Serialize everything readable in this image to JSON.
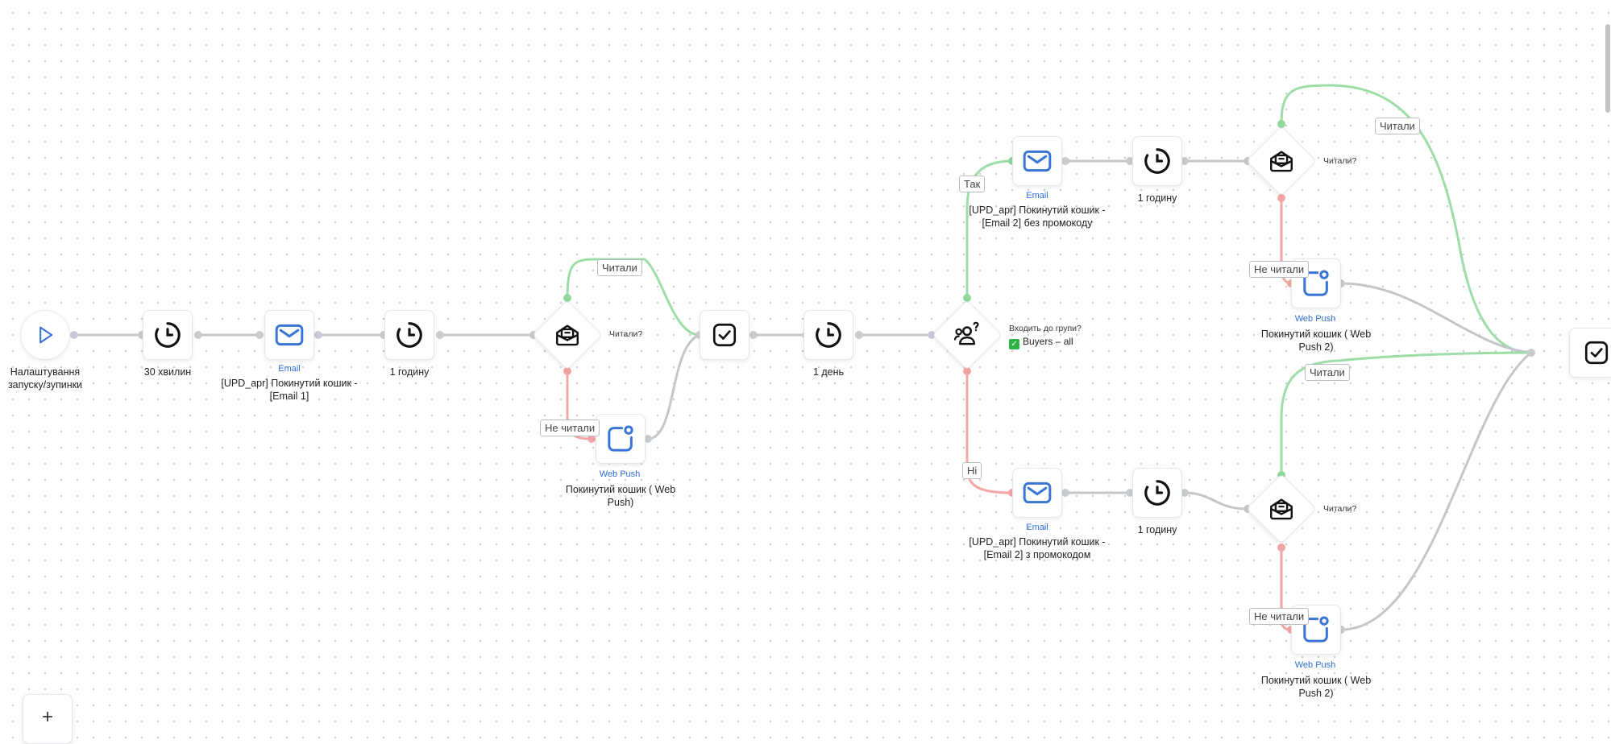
{
  "nodes": {
    "start": {
      "title": "Налаштування запуску/зупинки",
      "icon": "play-icon"
    },
    "wait_30m": {
      "title": "30 хвилин",
      "icon": "clock-icon"
    },
    "email_1": {
      "type": "Email",
      "title": "[UPD_apr] Покинутий кошик - [Email 1]",
      "icon": "envelope-icon"
    },
    "wait_1h_a": {
      "title": "1 годину",
      "icon": "clock-icon"
    },
    "cond_read_1": {
      "label": "Читали?",
      "icon": "opened-letter-icon"
    },
    "push_1": {
      "type": "Web Push",
      "title": "Покинутий кошик ( Web Push)",
      "icon": "web-push-icon"
    },
    "merge_1": {
      "icon": "check-square-icon"
    },
    "wait_1d": {
      "title": "1 день",
      "icon": "clock-icon"
    },
    "cond_group": {
      "label": "Входить до групи?",
      "value": "Buyers – all",
      "icon": "group-question-icon"
    },
    "email_2_yes": {
      "type": "Email",
      "title": "[UPD_apr] Покинутий кошик - [Email 2] без промокоду",
      "icon": "envelope-icon"
    },
    "wait_1h_b": {
      "title": "1 годину",
      "icon": "clock-icon"
    },
    "cond_read_2": {
      "label": "Читали?",
      "icon": "opened-letter-icon"
    },
    "push_2": {
      "type": "Web Push",
      "title": "Покинутий кошик ( Web Push 2)",
      "icon": "web-push-icon"
    },
    "email_2_no": {
      "type": "Email",
      "title": "[UPD_apr] Покинутий кошик - [Email 2] з промокодом",
      "icon": "envelope-icon"
    },
    "wait_1h_c": {
      "title": "1 годину",
      "icon": "clock-icon"
    },
    "cond_read_3": {
      "label": "Читали?",
      "icon": "opened-letter-icon"
    },
    "push_3": {
      "type": "Web Push",
      "title": "Покинутий кошик ( Web Push 2)",
      "icon": "web-push-icon"
    },
    "merge_final": {
      "icon": "check-square-icon"
    }
  },
  "edge_labels": {
    "read_1": "Читали",
    "not_read_1": "Не читали",
    "yes": "Так",
    "no": "Ні",
    "read_2": "Читали",
    "not_read_2": "Не читали",
    "read_3": "Читали",
    "not_read_3": "Не читали"
  },
  "controls": {
    "zoom_in": "+"
  },
  "colors": {
    "edge_default": "#c4c6ca",
    "edge_yes": "#9edca8",
    "edge_no": "#f3a5a5",
    "type_label": "#2f6fd6",
    "icon_blue": "#3a74d4",
    "icon_dark": "#111111"
  }
}
